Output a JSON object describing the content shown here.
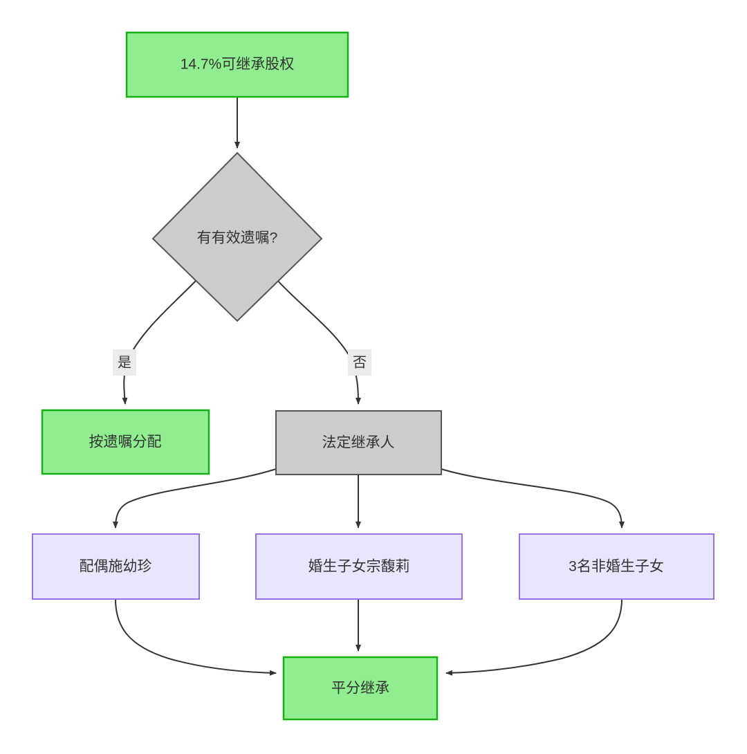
{
  "diagram": {
    "type": "flowchart",
    "direction": "top-down",
    "background": "#ffffff",
    "palette": {
      "green_fill": "#90ee90",
      "green_stroke": "#16b016",
      "gray_fill": "#cccccc",
      "gray_stroke": "#555555",
      "purple_fill": "#e8e6fc",
      "purple_stroke": "#9a6fe8",
      "edge_stroke": "#333333",
      "edge_label_bg": "#ebebeb",
      "text": "#333333"
    },
    "nodes": [
      {
        "id": "start",
        "label": "14.7%可继承股权",
        "shape": "rect",
        "style": "green"
      },
      {
        "id": "decision",
        "label": "有有效遗嘱?",
        "shape": "diamond",
        "style": "gray"
      },
      {
        "id": "will",
        "label": "按遗嘱分配",
        "shape": "rect",
        "style": "green"
      },
      {
        "id": "heirs",
        "label": "法定继承人",
        "shape": "rect",
        "style": "gray"
      },
      {
        "id": "spouse",
        "label": "配偶施幼珍",
        "shape": "rect",
        "style": "purple"
      },
      {
        "id": "daughter",
        "label": "婚生子女宗馥莉",
        "shape": "rect",
        "style": "purple"
      },
      {
        "id": "others",
        "label": "3名非婚生子女",
        "shape": "rect",
        "style": "purple"
      },
      {
        "id": "equal",
        "label": "平分继承",
        "shape": "rect",
        "style": "green"
      }
    ],
    "edges": [
      {
        "from": "start",
        "to": "decision",
        "label": ""
      },
      {
        "from": "decision",
        "to": "will",
        "label": "是"
      },
      {
        "from": "decision",
        "to": "heirs",
        "label": "否"
      },
      {
        "from": "heirs",
        "to": "spouse",
        "label": ""
      },
      {
        "from": "heirs",
        "to": "daughter",
        "label": ""
      },
      {
        "from": "heirs",
        "to": "others",
        "label": ""
      },
      {
        "from": "spouse",
        "to": "equal",
        "label": ""
      },
      {
        "from": "daughter",
        "to": "equal",
        "label": ""
      },
      {
        "from": "others",
        "to": "equal",
        "label": ""
      }
    ],
    "edge_labels": {
      "yes": "是",
      "no": "否"
    }
  }
}
